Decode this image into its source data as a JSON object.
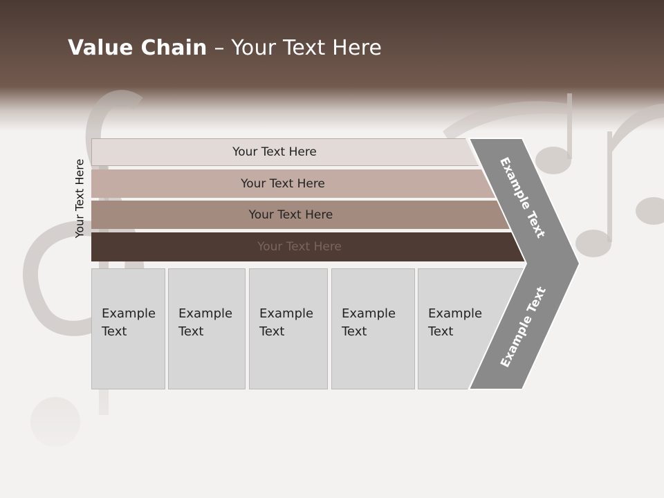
{
  "slide": {
    "title_bold": "Value Chain",
    "title_rest": " – Your Text Here",
    "side_label": "Your Text Here",
    "rows": [
      "Your Text Here",
      "Your Text Here",
      "Your Text Here",
      "Your Text Here"
    ],
    "boxes": [
      {
        "line1": "Example",
        "line2": "Text"
      },
      {
        "line1": "Example",
        "line2": "Text"
      },
      {
        "line1": "Example",
        "line2": "Text"
      },
      {
        "line1": "Example",
        "line2": "Text"
      },
      {
        "line1": "Example",
        "line2": "Text"
      }
    ],
    "chevron_top": "Example Text",
    "chevron_bottom": "Example Text"
  },
  "colors": {
    "header": "#5e4a41",
    "row1": "#e2dad6",
    "row2": "#c2aca4",
    "row3": "#a48b80",
    "row4": "#4d3b34",
    "chevron": "#8a8a8a",
    "box": "#d6d6d6"
  },
  "icons": [
    "treble-clef-icon",
    "music-notes-icon"
  ]
}
